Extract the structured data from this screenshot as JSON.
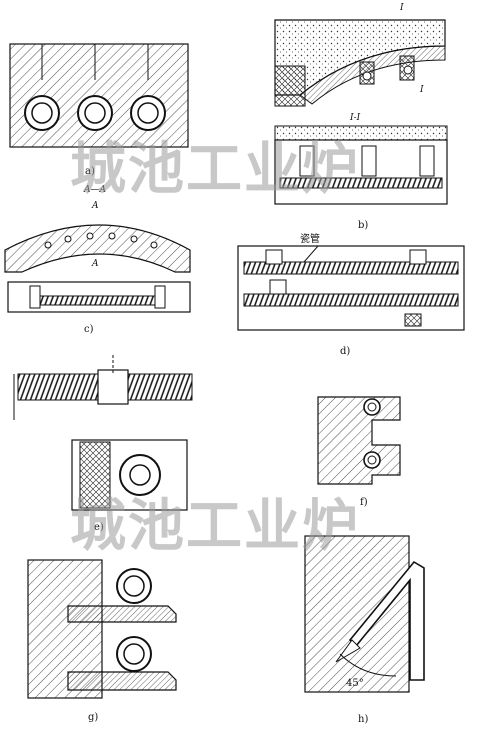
{
  "watermark": "城池工业炉",
  "panels": {
    "a": {
      "caption": "a)"
    },
    "b": {
      "caption": "b)",
      "section_label": "I-I",
      "marker_top": "I",
      "marker_side": "I"
    },
    "c": {
      "caption": "c)",
      "section_label": "A—A",
      "marker_top": "A",
      "marker_bottom": "A"
    },
    "d": {
      "caption": "d)",
      "callout": "瓷管"
    },
    "e": {
      "caption": "e)"
    },
    "f": {
      "caption": "f)"
    },
    "g": {
      "caption": "g)"
    },
    "h": {
      "caption": "h)",
      "angle": "45°"
    }
  }
}
